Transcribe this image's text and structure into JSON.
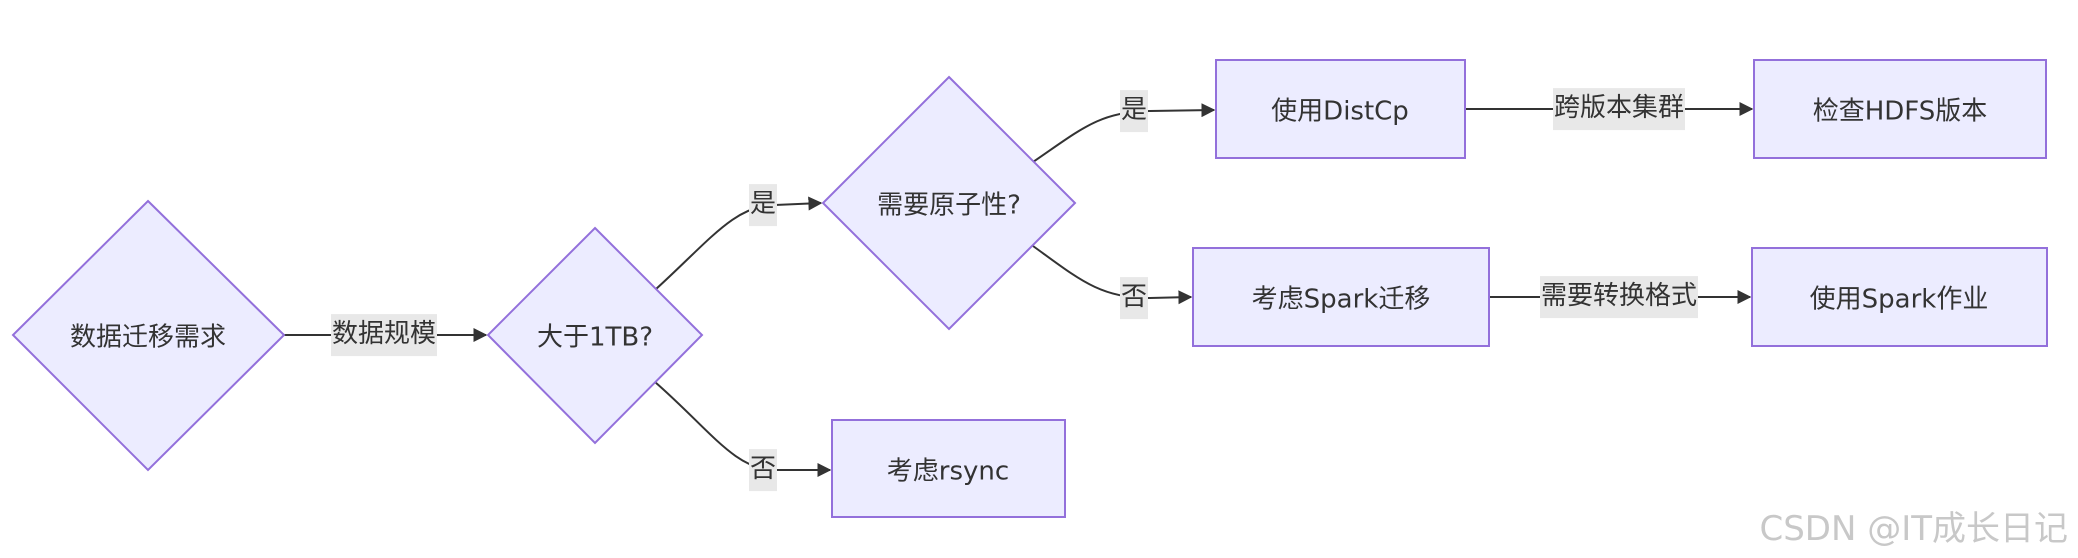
{
  "nodes": {
    "start": "数据迁移需求",
    "size_check": "大于1TB?",
    "atomic_check": "需要原子性?",
    "distcp": "使用DistCp",
    "hdfs_version": "检查HDFS版本",
    "spark_migrate": "考虑Spark迁移",
    "spark_job": "使用Spark作业",
    "rsync": "考虑rsync"
  },
  "edges": {
    "data_scale": "数据规模",
    "size_yes": "是",
    "size_no": "否",
    "atomic_yes": "是",
    "atomic_no": "否",
    "cross_version": "跨版本集群",
    "convert_format": "需要转换格式"
  },
  "watermark": "CSDN @IT成长日记",
  "colors": {
    "node_fill": "#ECECFF",
    "node_stroke": "#9370DB",
    "edge": "#333333",
    "label_bg": "#E8E8E8"
  }
}
